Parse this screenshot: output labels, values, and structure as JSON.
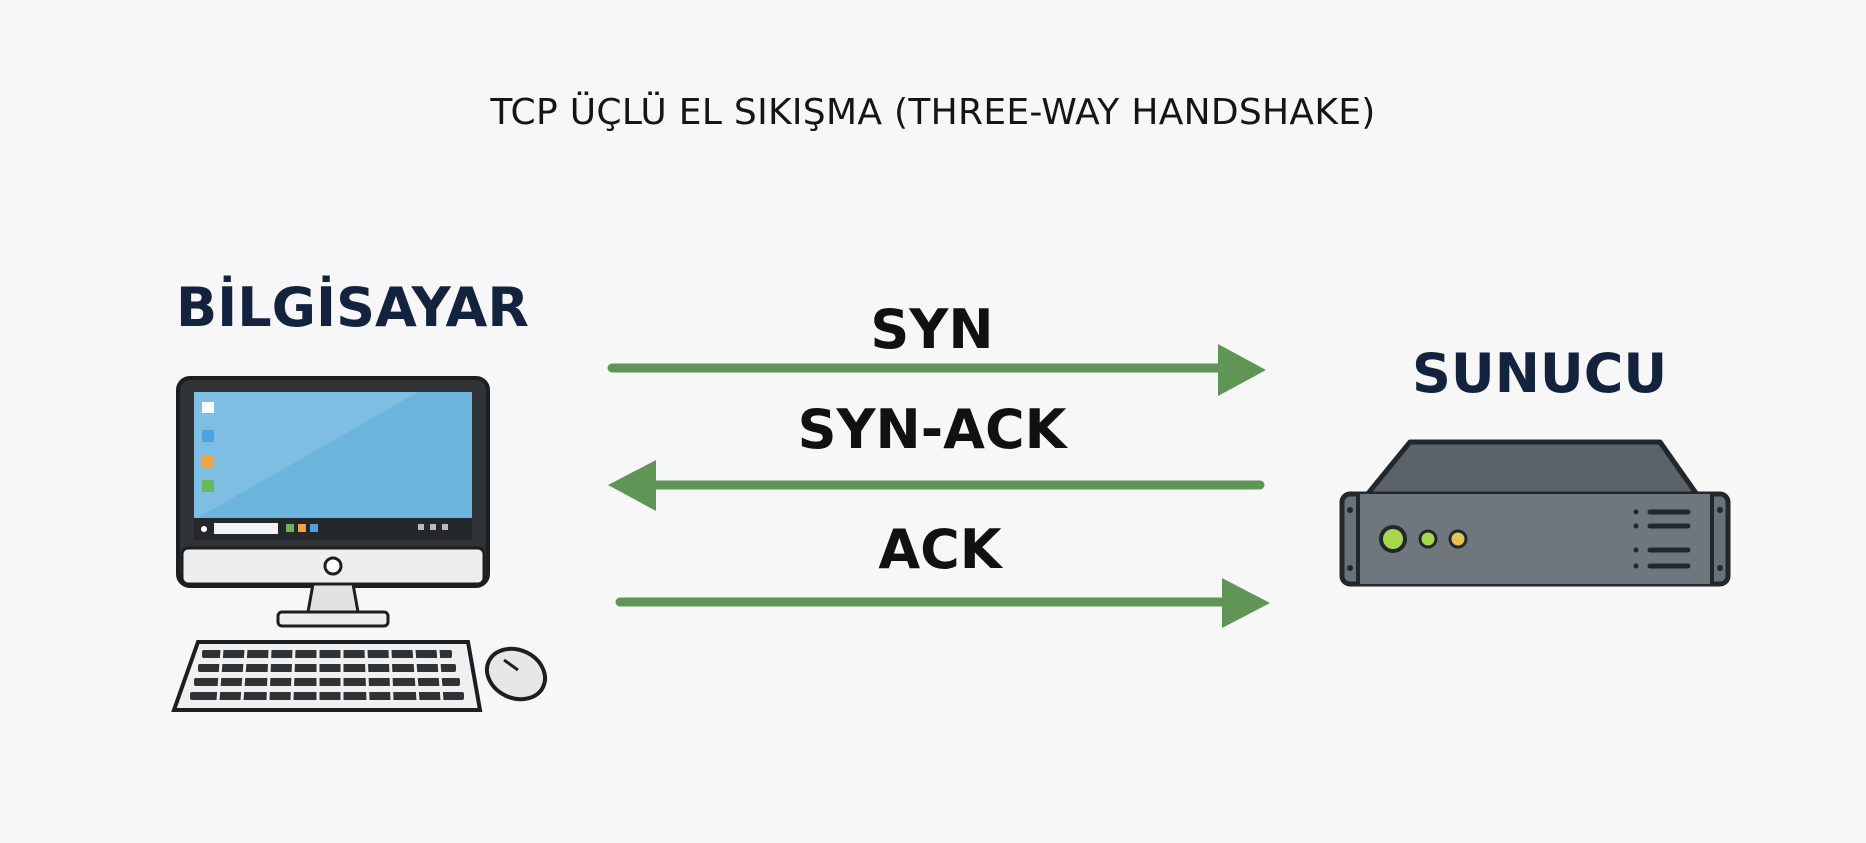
{
  "title": "TCP ÜÇLÜ EL SIKIŞMA (THREE-WAY HANDSHAKE)",
  "nodes": {
    "client": {
      "label": "BİLGİSAYAR",
      "icon": "desktop-computer-icon"
    },
    "server": {
      "label": "SUNUCU",
      "icon": "server-rack-icon"
    }
  },
  "messages": [
    {
      "label": "SYN",
      "direction": "client-to-server"
    },
    {
      "label": "SYN-ACK",
      "direction": "server-to-client"
    },
    {
      "label": "ACK",
      "direction": "client-to-server"
    }
  ],
  "colors": {
    "arrow": "#5f9655",
    "node_label": "#13233f",
    "text": "#111111",
    "background": "#f7f7f7"
  }
}
